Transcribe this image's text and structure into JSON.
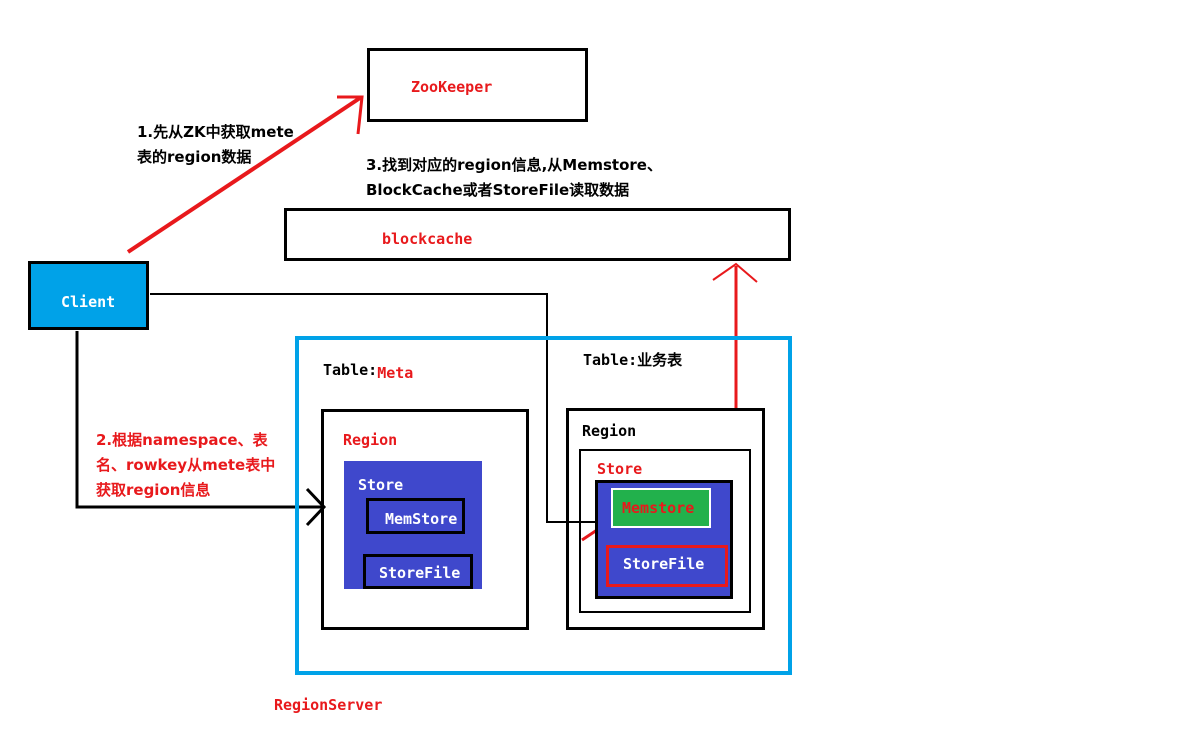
{
  "zookeeper": {
    "label": "ZooKeeper"
  },
  "blockcache": {
    "label": "blockcache"
  },
  "client": {
    "label": "Client"
  },
  "region_server": {
    "label": "RegionServer"
  },
  "meta_table": {
    "label_prefix": "Table:",
    "label_name": "Meta",
    "region_label": "Region",
    "store_label": "Store",
    "memstore_label": "MemStore",
    "storefile_label": "StoreFile"
  },
  "business_table": {
    "label": "Table:业务表",
    "region_label": "Region",
    "store_label": "Store",
    "memstore_label": "Memstore",
    "storefile_label": "StoreFile"
  },
  "steps": {
    "step1_line1": "1.先从ZK中获取mete",
    "step1_line2": "表的region数据",
    "step2_line1": "2.根据namespace、表",
    "step2_line2": "名、rowkey从mete表中",
    "step2_line3": "获取region信息",
    "step3_line1": "3.找到对应的region信息,从Memstore、",
    "step3_line2": "BlockCache或者StoreFile读取数据"
  },
  "colors": {
    "red": "#e8191c",
    "blue_border": "#00a2e8",
    "client_fill": "#00a2e8",
    "store_fill": "#3f48cc",
    "memstore_fill": "#22b14c"
  }
}
